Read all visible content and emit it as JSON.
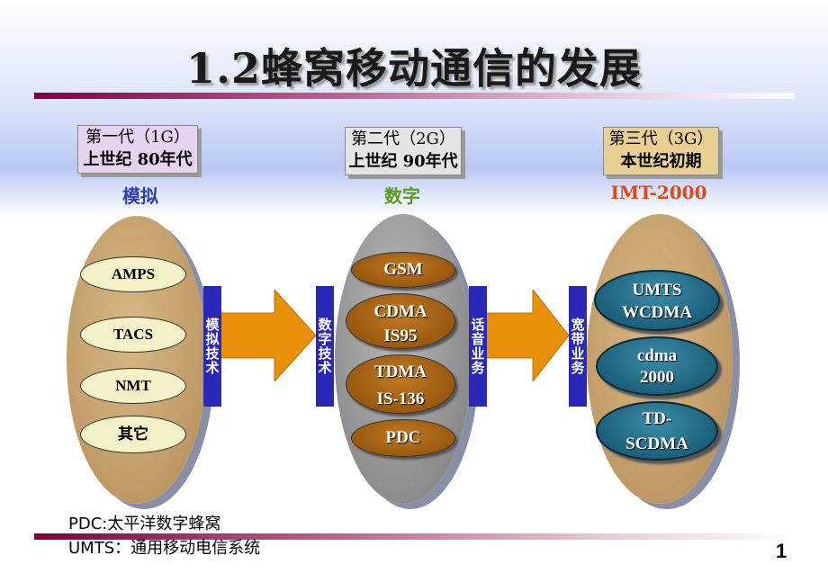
{
  "title": "1.2蜂窝移动通信的发展",
  "generations": [
    {
      "line1": "第一代（1G）",
      "line2": "上世纪 80年代",
      "label": "模拟",
      "label_color": "#2e3fb0",
      "box_color": "#e6d3ef"
    },
    {
      "line1": "第二代（2G）",
      "line2": "上世纪 90年代",
      "label": "数字",
      "label_color": "#5a9a1a",
      "box_color": "#e4e4e4"
    },
    {
      "line1": "第三代（3G）",
      "line2": "本世纪初期",
      "label": "IMT-2000",
      "label_color": "#e04818",
      "box_color": "#e9d092"
    }
  ],
  "systems_1g": [
    "AMPS",
    "TACS",
    "NMT",
    "其它"
  ],
  "systems_2g": [
    {
      "line1": "GSM",
      "line2": ""
    },
    {
      "line1": "CDMA",
      "line2": "IS95"
    },
    {
      "line1": "TDMA",
      "line2": "IS-136"
    },
    {
      "line1": "PDC",
      "line2": ""
    }
  ],
  "systems_3g": [
    {
      "line1": "UMTS",
      "line2": "WCDMA"
    },
    {
      "line1": "cdma",
      "line2": "2000"
    },
    {
      "line1": "TD-",
      "line2": "SCDMA"
    }
  ],
  "bars": [
    "模拟技术",
    "数字技术",
    "话音业务",
    "宽带业务"
  ],
  "footnotes": [
    "PDC:太平洋数字蜂窝",
    "UMTS：通用移动电信系统"
  ],
  "page_number": "1",
  "colors": {
    "bar": "#2a28b8",
    "arrow": "#e8900a",
    "oval_1g": "#c4a06a",
    "oval_2g": "#8f8f8f",
    "oval_3g": "#c4a06a"
  }
}
